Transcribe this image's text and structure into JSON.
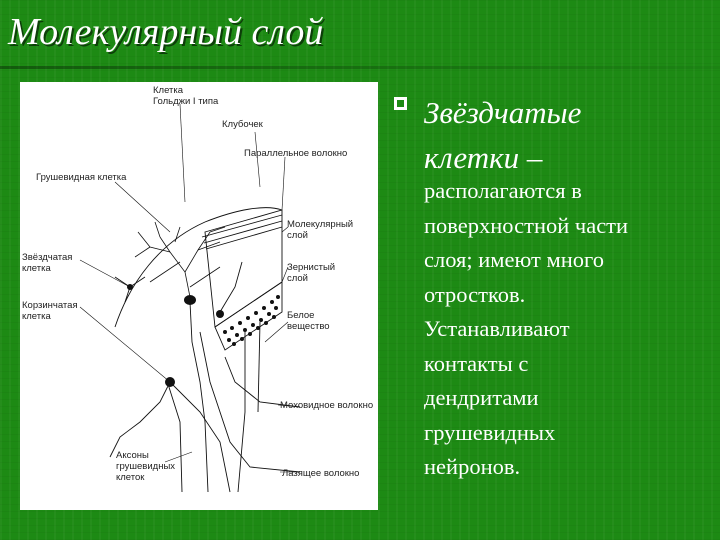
{
  "slide": {
    "title": "Молекулярный слой",
    "bullet_heading_line1": "Звёздчатые",
    "bullet_heading_line2": "клетки –",
    "body_lines": [
      "располагаются в",
      "поверхностной части",
      "слоя; имеют много",
      "отростков.",
      "Устанавливают",
      "контакты с",
      "дендритами",
      "грушевидных",
      "нейронов."
    ]
  },
  "figure": {
    "labels": {
      "golgi_1": "Клетка",
      "golgi_2": "Гольджи I типа",
      "glomerulus": "Клубочек",
      "parallel_fiber": "Параллельное волокно",
      "purkinje": "Грушевидная клетка",
      "molecular_1": "Молекулярный",
      "molecular_2": "слой",
      "stellate_1": "Звёздчатая",
      "stellate_2": "клетка",
      "granular_1": "Зернистый",
      "granular_2": "слой",
      "basket_1": "Корзинчатая",
      "basket_2": "клетка",
      "white_1": "Белое",
      "white_2": "вещество",
      "mossy": "Моховидное волокно",
      "axons_1": "Аксоны",
      "axons_2": "грушевидных",
      "axons_3": "клеток",
      "climbing": "Лазящее волокно"
    }
  },
  "colors": {
    "background": "#1d8a14",
    "text": "#ffffff",
    "figure_bg": "#ffffff"
  }
}
